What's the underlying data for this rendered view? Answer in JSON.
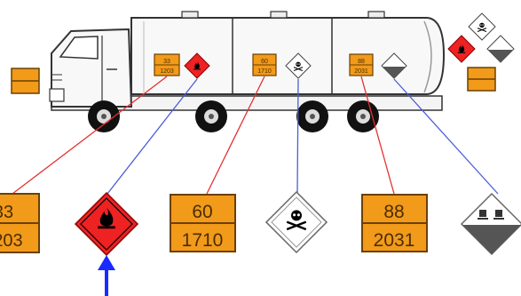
{
  "plates": [
    {
      "id": "truck-plate-1",
      "top": "33",
      "bottom": "1203"
    },
    {
      "id": "truck-plate-2",
      "top": "60",
      "bottom": "1710"
    },
    {
      "id": "truck-plate-3",
      "top": "88",
      "bottom": "2031"
    }
  ],
  "large_plates": [
    {
      "top": "33",
      "bottom": "203"
    },
    {
      "top": "60",
      "bottom": "1710"
    },
    {
      "top": "88",
      "bottom": "2031"
    }
  ],
  "hazard_icons": [
    "flame-icon",
    "skull-crossbones-icon",
    "corrosive-icon"
  ],
  "colors": {
    "plate_orange": "#f29a1a",
    "plate_border": "#6b4000",
    "flammable_red": "#ee2222",
    "leader_red": "#e53030",
    "leader_blue": "#4a5ed8",
    "arrow_blue": "#1a2bff",
    "corrosive_gray": "#555555"
  }
}
